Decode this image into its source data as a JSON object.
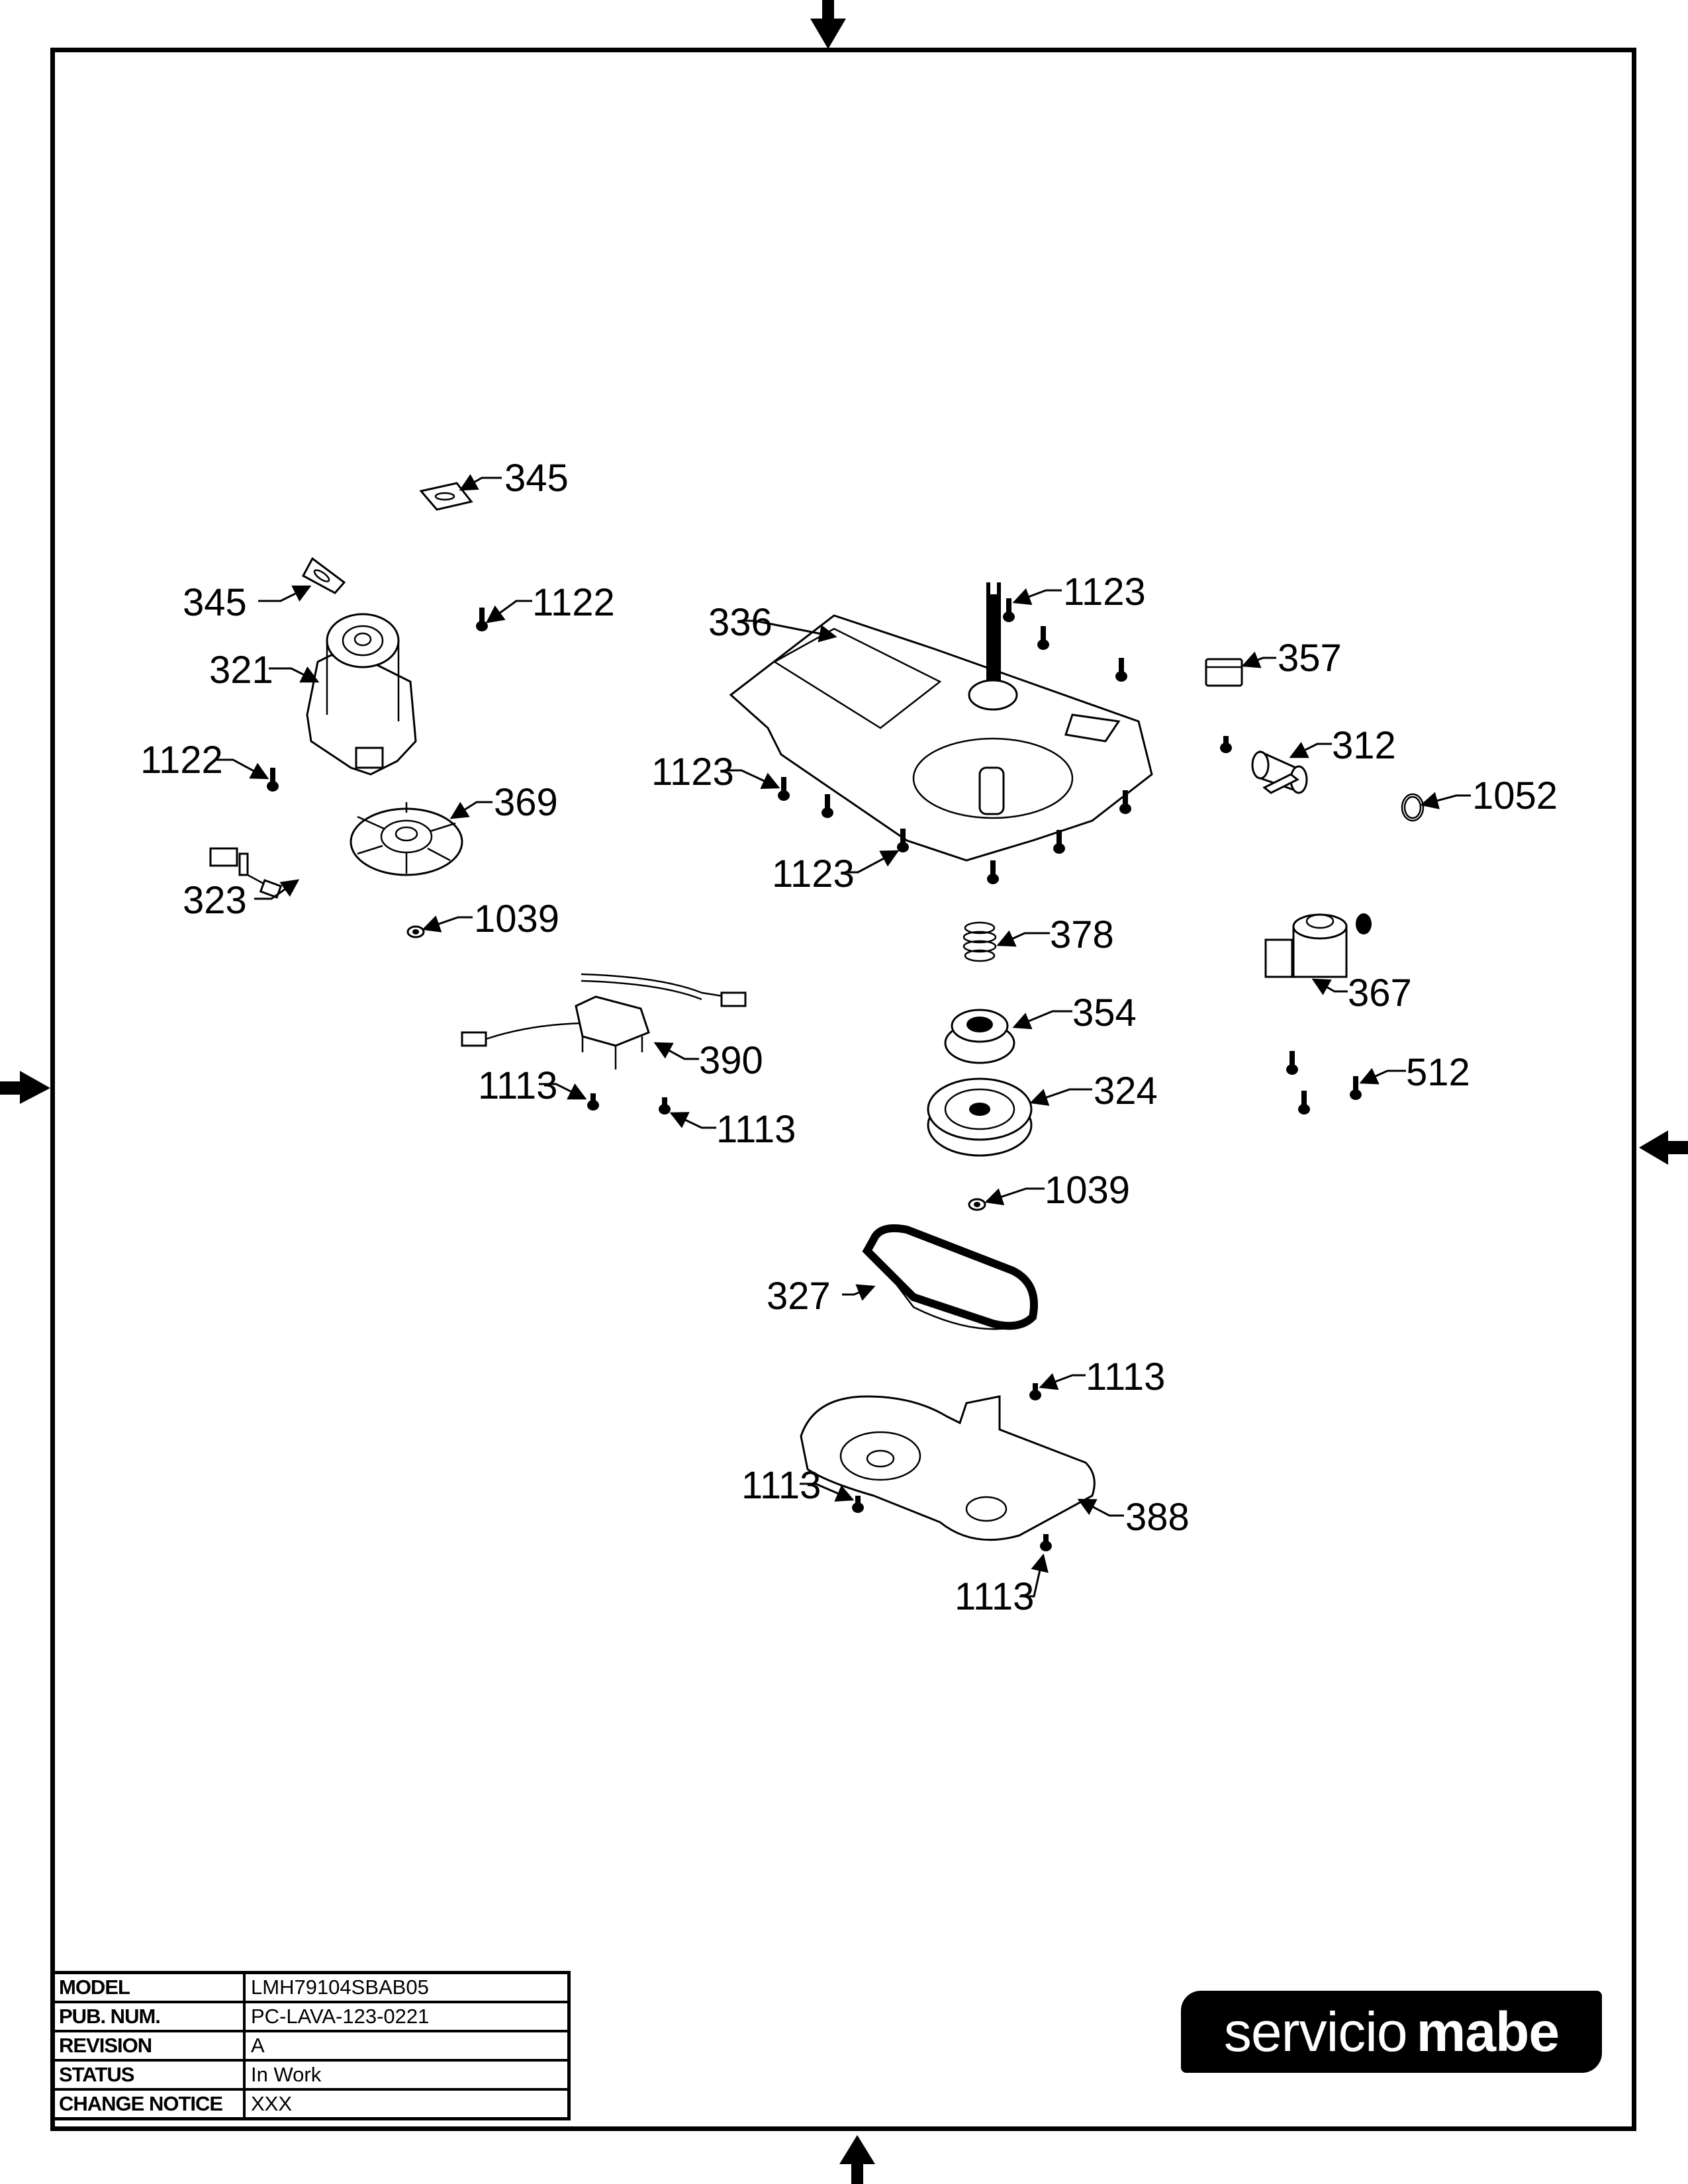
{
  "document": {
    "type": "exploded parts diagram",
    "brand_logo": {
      "part1": "servicio",
      "part2": "mabe"
    }
  },
  "registration_marks": [
    {
      "side": "top",
      "icon": "arrow-down-icon"
    },
    {
      "side": "left",
      "icon": "arrow-right-icon"
    },
    {
      "side": "right",
      "icon": "arrow-left-icon"
    },
    {
      "side": "bottom",
      "icon": "arrow-up-icon"
    }
  ],
  "callouts": [
    {
      "id": "345a",
      "label": "345",
      "part": "motor mount pad"
    },
    {
      "id": "345b",
      "label": "345",
      "part": "motor mount pad"
    },
    {
      "id": "1122a",
      "label": "1122",
      "part": "screw"
    },
    {
      "id": "321",
      "label": "321",
      "part": "drive motor"
    },
    {
      "id": "1122b",
      "label": "1122",
      "part": "screw"
    },
    {
      "id": "369",
      "label": "369",
      "part": "motor pulley fan"
    },
    {
      "id": "323",
      "label": "323",
      "part": "motor harness"
    },
    {
      "id": "1039a",
      "label": "1039",
      "part": "nut"
    },
    {
      "id": "336",
      "label": "336",
      "part": "transmission mounting plate"
    },
    {
      "id": "1123a",
      "label": "1123",
      "part": "screw"
    },
    {
      "id": "1123b",
      "label": "1123",
      "part": "screw"
    },
    {
      "id": "1123c",
      "label": "1123",
      "part": "screw"
    },
    {
      "id": "357",
      "label": "357",
      "part": "capacitor bracket"
    },
    {
      "id": "312",
      "label": "312",
      "part": "capacitor"
    },
    {
      "id": "1052",
      "label": "1052",
      "part": "hose clamp"
    },
    {
      "id": "367",
      "label": "367",
      "part": "drain pump"
    },
    {
      "id": "512",
      "label": "512",
      "part": "screw"
    },
    {
      "id": "378",
      "label": "378",
      "part": "spring"
    },
    {
      "id": "354",
      "label": "354",
      "part": "clutch gear"
    },
    {
      "id": "324",
      "label": "324",
      "part": "drive pulley"
    },
    {
      "id": "1039b",
      "label": "1039",
      "part": "nut"
    },
    {
      "id": "390",
      "label": "390",
      "part": "shift actuator"
    },
    {
      "id": "1113a",
      "label": "1113",
      "part": "screw"
    },
    {
      "id": "1113b",
      "label": "1113",
      "part": "screw"
    },
    {
      "id": "327",
      "label": "327",
      "part": "drive belt"
    },
    {
      "id": "1113c",
      "label": "1113",
      "part": "screw"
    },
    {
      "id": "1113d",
      "label": "1113",
      "part": "screw"
    },
    {
      "id": "1113e",
      "label": "1113",
      "part": "screw"
    },
    {
      "id": "388",
      "label": "388",
      "part": "belt guard"
    }
  ],
  "title_block": {
    "rows": [
      {
        "key": "MODEL",
        "value": "LMH79104SBAB05"
      },
      {
        "key": "PUB. NUM.",
        "value": "PC-LAVA-123-0221"
      },
      {
        "key": "REVISION",
        "value": "A"
      },
      {
        "key": "STATUS",
        "value": "In Work"
      },
      {
        "key": "CHANGE NOTICE",
        "value": "XXX"
      }
    ]
  }
}
